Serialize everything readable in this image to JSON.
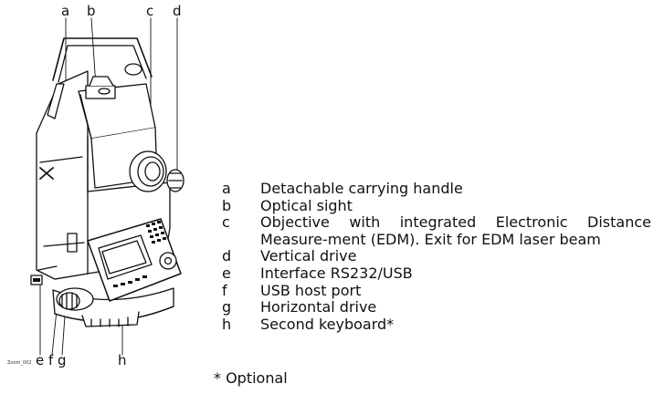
{
  "figure_id": "Zoom_002",
  "callouts": {
    "a": "a",
    "b": "b",
    "c": "c",
    "d": "d",
    "e": "e",
    "f": "f",
    "g": "g",
    "h": "h"
  },
  "legend": [
    {
      "letter": "a",
      "text": "Detachable carrying handle"
    },
    {
      "letter": "b",
      "text": "Optical sight"
    },
    {
      "letter": "c",
      "text": "Objective with integrated Electronic Distance Measure-ment (EDM). Exit for EDM laser beam"
    },
    {
      "letter": "d",
      "text": "Vertical drive"
    },
    {
      "letter": "e",
      "text": "Interface RS232/USB"
    },
    {
      "letter": "f",
      "text": "USB host port"
    },
    {
      "letter": "g",
      "text": "Horizontal drive"
    },
    {
      "letter": "h",
      "text": "Second keyboard*"
    }
  ],
  "footnote": "* Optional"
}
